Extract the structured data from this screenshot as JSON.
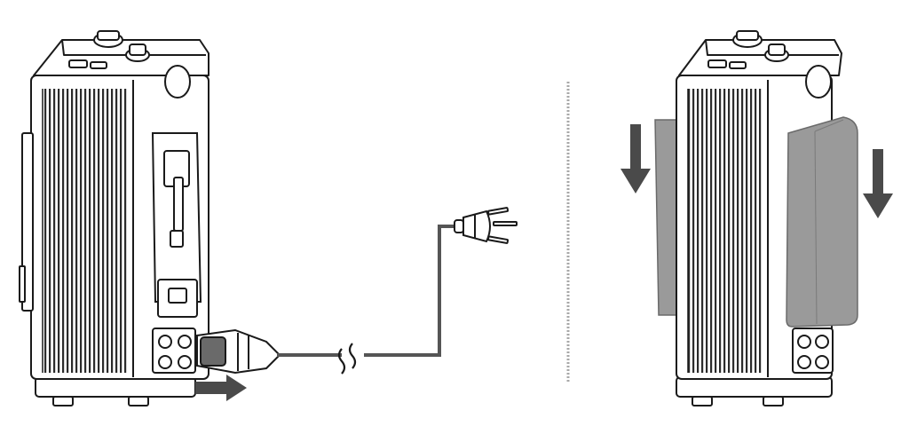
{
  "colors": {
    "line": "#1a1a1a",
    "body_fill": "#ffffff",
    "fin_dark": "#2b2b2b",
    "battery_fill": "#9a9a9a",
    "battery_edge": "#6a6a6a",
    "arrow": "#4a4a4a",
    "divider": "#a8a8a8",
    "cable": "#555555"
  },
  "panels": [
    {
      "id": "left",
      "device": "power-unit",
      "action": "unplug-power-cable",
      "arrow_direction": "right"
    },
    {
      "id": "right",
      "device": "power-unit",
      "action": "slide-batteries-down",
      "arrow_direction": "down",
      "battery_count": 2
    }
  ],
  "icons": [
    "power-unit",
    "power-plug-icon",
    "cable-break-icon",
    "arrow-right-icon",
    "arrow-down-icon",
    "battery-pack"
  ]
}
